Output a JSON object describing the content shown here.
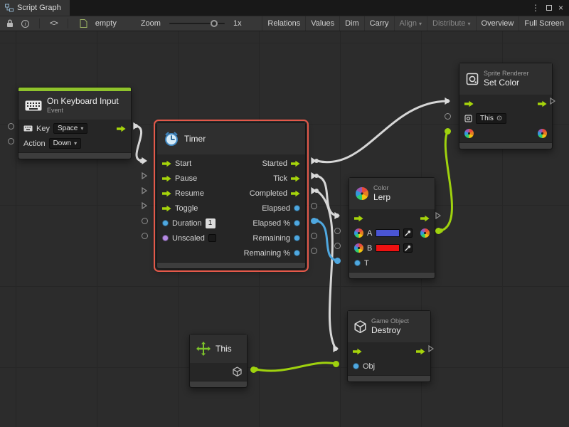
{
  "window": {
    "tab": "Script Graph"
  },
  "icons": {
    "menu": "⋮",
    "close": "×",
    "caret": "▾",
    "target": "⊙",
    "code": "<>",
    "info": "i"
  },
  "toolbar": {
    "graph_name": "empty",
    "zoom_label": "Zoom",
    "zoom_value": "1x",
    "buttons": {
      "relations": "Relations",
      "values": "Values",
      "dim": "Dim",
      "carry": "Carry",
      "align": "Align",
      "distribute": "Distribute",
      "overview": "Overview",
      "fullscreen": "Full Screen"
    }
  },
  "nodes": {
    "keyboard": {
      "title": "On Keyboard Input",
      "subtitle": "Event",
      "key_label": "Key",
      "key_value": "Space",
      "action_label": "Action",
      "action_value": "Down"
    },
    "timer": {
      "title": "Timer",
      "flow_inputs": [
        "Start",
        "Pause",
        "Resume",
        "Toggle"
      ],
      "duration_label": "Duration",
      "duration_value": "1",
      "unscaled_label": "Unscaled",
      "flow_outputs": [
        "Started",
        "Tick",
        "Completed"
      ],
      "data_outputs": [
        "Elapsed",
        "Elapsed %",
        "Remaining",
        "Remaining %"
      ]
    },
    "lerp": {
      "category": "Color",
      "title": "Lerp",
      "a_label": "A",
      "b_label": "B",
      "t_label": "T",
      "a_color": "#4a55d4",
      "b_color": "#ee1111"
    },
    "set_color": {
      "category": "Sprite Renderer",
      "title": "Set Color",
      "target_value": "This"
    },
    "destroy": {
      "category": "Game Object",
      "title": "Destroy",
      "obj_label": "Obj"
    },
    "this_node": {
      "title": "This"
    }
  },
  "colors": {
    "flow_green": "#a6d40b",
    "data_blue": "#4fa8e0",
    "data_purple": "#b48ae2",
    "selection_red": "#e4594a",
    "wire_white": "#d6d6d6",
    "wire_green": "#9fd20e",
    "wire_blue": "#4fa8e0",
    "event_accent": "#8fc32c"
  }
}
